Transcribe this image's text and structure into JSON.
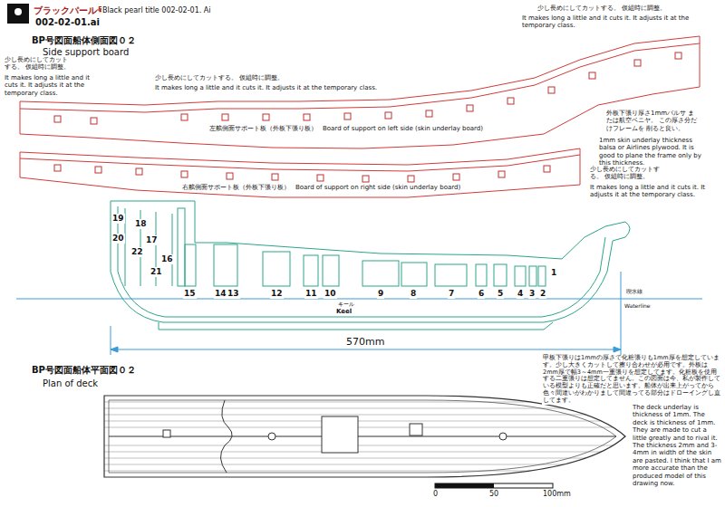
{
  "diagram": {
    "title": "BP号図面船体側面図０２",
    "labels": [
      "ブラックパール号",
      "Black pearl title 002-02-01. Ai",
      "002-02-01.ai",
      "Side support board",
      "少し長めにしてカットする。 仮組時に調整。",
      "It makes long a little and it cuts it. It adjusts it at the temporary class.",
      "少し長めにしてカットする。 仮組時に調整。",
      "It makes long a little and it cuts it. It adjusts it at the temporary class.",
      "少し長めにしてカットする。 仮組時に調整。",
      "It makes long a little and it cuts it. It adjusts it at the temporary class.",
      "左舷側面サポート板（外板下張り板）",
      "Board of support on left side (skin underlay board)",
      "外板下張り厚さ1mmバルサ または航空ベニヤ。 この厚さ分だけフレームを 削ると良い。",
      "1mm skin underlay thickness balsa or Airlines plywood. It is good to plane the frame only by this thickness.",
      "少し長めにしてカットする。 仮組時に調整。",
      "It makes long a little and it cuts it. It adjusts it at the temporary class.",
      "右舷側面サポート板（外板下張り板）",
      "Board of support on right side (skin underlay board)",
      "19",
      "18",
      "20",
      "17",
      "22",
      "16",
      "21",
      "15",
      "14",
      "13",
      "12",
      "11",
      "10",
      "9",
      "8",
      "7",
      "6",
      "5",
      "4",
      "3",
      "2",
      "1",
      "喫水線",
      "Waterline",
      "キール",
      "Keel",
      "570mm",
      "BP号図面船体平面図０２",
      "Plan of deck",
      "甲板下張りは1mmの厚さで化粧張りも1mm厚を想定しています。少し大きくカットして擦り合わせが必用です。外板は2mm厚で幅3～4mm一重張りを想定してます。化粧板を使用する二重張りは想定してません。この図面は今、私が製作している模型よりも正確だと思います。船体が出来上がってから色々間違いがわかりまして間違ってる部分はドローイングし直してます。",
      "The deck underlay is thickness of 1mm. The deck is thickness of 1mm. They are made to cut a little greatly and to rival it. The thickness 2mm and 3-4mm in width of the skin are pasted. I think that I am more accurate than the produced model of this drawing now.",
      "0",
      "50",
      "100mm"
    ]
  }
}
